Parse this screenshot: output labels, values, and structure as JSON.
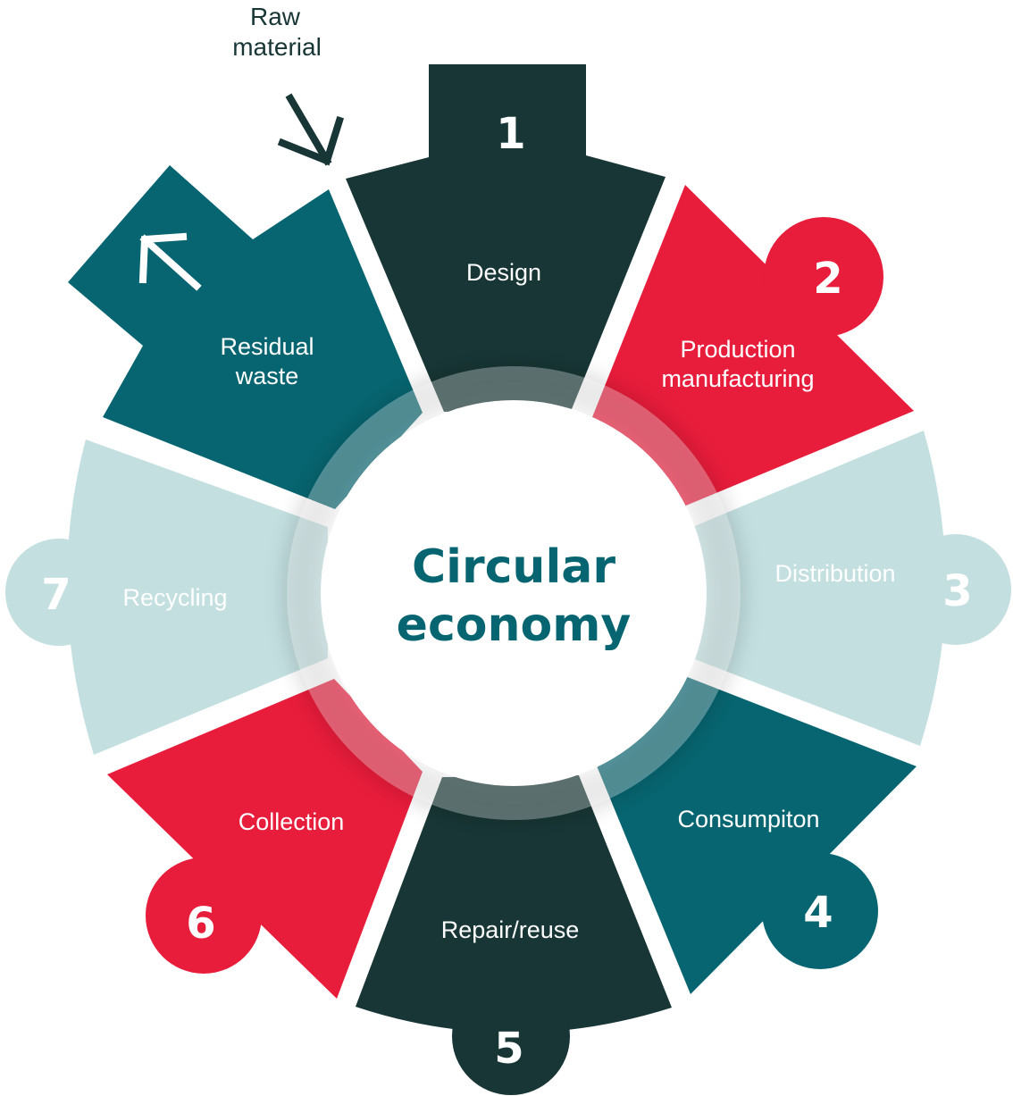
{
  "center": {
    "line1": "Circular",
    "line2": "economy"
  },
  "raw_material": {
    "line1": "Raw",
    "line2": "material"
  },
  "stages": [
    {
      "number": "1",
      "label": "Design",
      "color": "#173635",
      "number_color": "#ffffff",
      "label_color": "#ffffff"
    },
    {
      "number": "2",
      "label_lines": [
        "Production",
        "manufacturing"
      ],
      "color": "#E81C3B",
      "number_color": "#ffffff",
      "label_color": "#ffffff"
    },
    {
      "number": "3",
      "label": "Distribution",
      "color": "#C3DFE0",
      "number_color": "#ffffff",
      "label_color": "#ffffff"
    },
    {
      "number": "4",
      "label": "Consumpiton",
      "color": "#066570",
      "number_color": "#ffffff",
      "label_color": "#ffffff"
    },
    {
      "number": "5",
      "label": "Repair/reuse",
      "color": "#173635",
      "number_color": "#ffffff",
      "label_color": "#ffffff"
    },
    {
      "number": "6",
      "label": "Collection",
      "color": "#E81C3B",
      "number_color": "#ffffff",
      "label_color": "#ffffff"
    },
    {
      "number": "7",
      "label": "Recycling",
      "color": "#C3DFE0",
      "number_color": "#ffffff",
      "label_color": "#ffffff"
    }
  ],
  "residual": {
    "label_lines": [
      "Residual",
      "waste"
    ],
    "color": "#066570"
  },
  "colors": {
    "dark": "#173635",
    "red": "#E81C3B",
    "light": "#C3DFE0",
    "teal": "#066570",
    "white": "#ffffff"
  }
}
